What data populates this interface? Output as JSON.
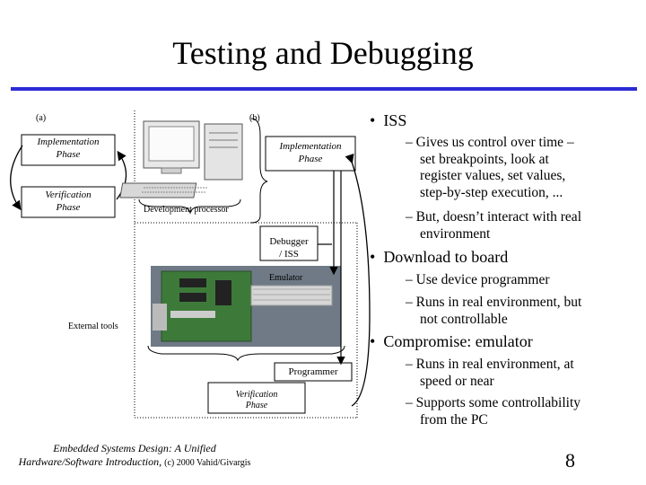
{
  "slide": {
    "title": "Testing and Debugging",
    "page_number": "8",
    "footer_line1": "Embedded Systems Design: A Unified",
    "footer_line2": "Hardware/Software Introduction,",
    "footer_line2_tail": "(c) 2000 Vahid/Givargis"
  },
  "diagram": {
    "label_a": "(a)",
    "label_b": "(b)",
    "impl_phase_a": [
      "Implementation",
      "Phase"
    ],
    "verif_phase_a": [
      "Verification",
      "Phase"
    ],
    "impl_phase_b": [
      "Implementation",
      "Phase"
    ],
    "dev_processor": "Development processor",
    "debugger": [
      "Debugger",
      "/ ISS"
    ],
    "emulator": "Emulator",
    "external_tools": "External tools",
    "programmer": "Programmer",
    "verif_phase_b": [
      "Verification",
      "Phase"
    ]
  },
  "bullets": [
    {
      "text": "ISS",
      "subs": [
        [
          "– Gives us control over time –",
          "set breakpoints, look at",
          "register values, set values,",
          "step-by-step execution, ..."
        ],
        [
          "– But, doesn’t interact with real",
          "environment"
        ]
      ]
    },
    {
      "text": "Download to board",
      "subs": [
        [
          "– Use device programmer"
        ],
        [
          "– Runs in real environment, but",
          "not controllable"
        ]
      ]
    },
    {
      "text": "Compromise: emulator",
      "subs": [
        [
          "– Runs in real environment, at",
          "speed or near"
        ],
        [
          "– Supports some controllability",
          "from the PC"
        ]
      ]
    }
  ],
  "colors": {
    "rule": "#2b2bd6",
    "board_green": "#3d7a3a"
  }
}
